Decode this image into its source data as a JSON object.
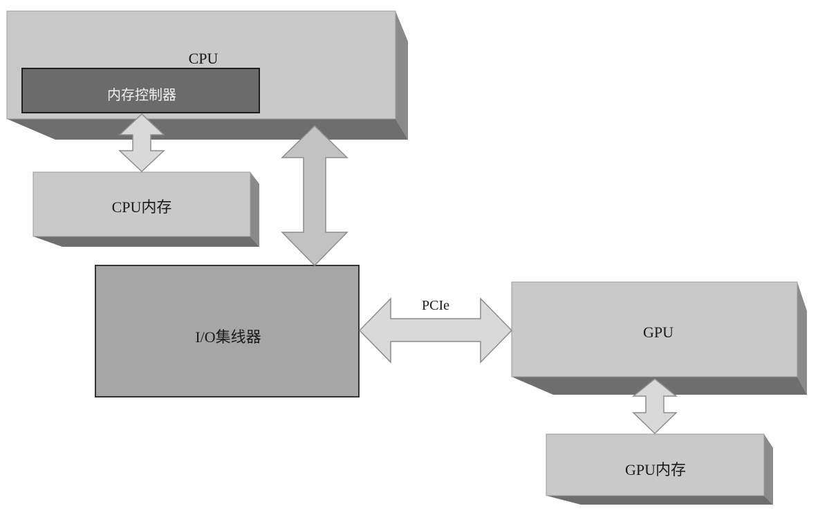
{
  "diagram": {
    "title": "",
    "nodes": {
      "cpu": {
        "label": "CPU"
      },
      "memory_controller": {
        "label": "内存控制器"
      },
      "cpu_memory": {
        "label": "CPU内存"
      },
      "io_hub": {
        "label": "I/O集线器"
      },
      "gpu": {
        "label": "GPU"
      },
      "gpu_memory": {
        "label": "GPU内存"
      }
    },
    "edges": [
      {
        "from": "memory_controller",
        "to": "cpu_memory",
        "label": "",
        "direction": "bidirectional"
      },
      {
        "from": "cpu",
        "to": "io_hub",
        "label": "",
        "direction": "bidirectional"
      },
      {
        "from": "io_hub",
        "to": "gpu",
        "label": "PCIe",
        "direction": "bidirectional"
      },
      {
        "from": "gpu",
        "to": "gpu_memory",
        "label": "",
        "direction": "bidirectional"
      }
    ],
    "colors": {
      "box_face": "#c9c9c9",
      "box_shadow": "#6e6e6e",
      "box_side": "#8a8a8a",
      "io_hub_fill": "#a6a6a6",
      "mem_ctrl_fill": "#6b6b6b",
      "arrow_fill": "#d9d9d9",
      "arrow_stroke": "#8c8c8c",
      "outline": "#333333"
    }
  }
}
